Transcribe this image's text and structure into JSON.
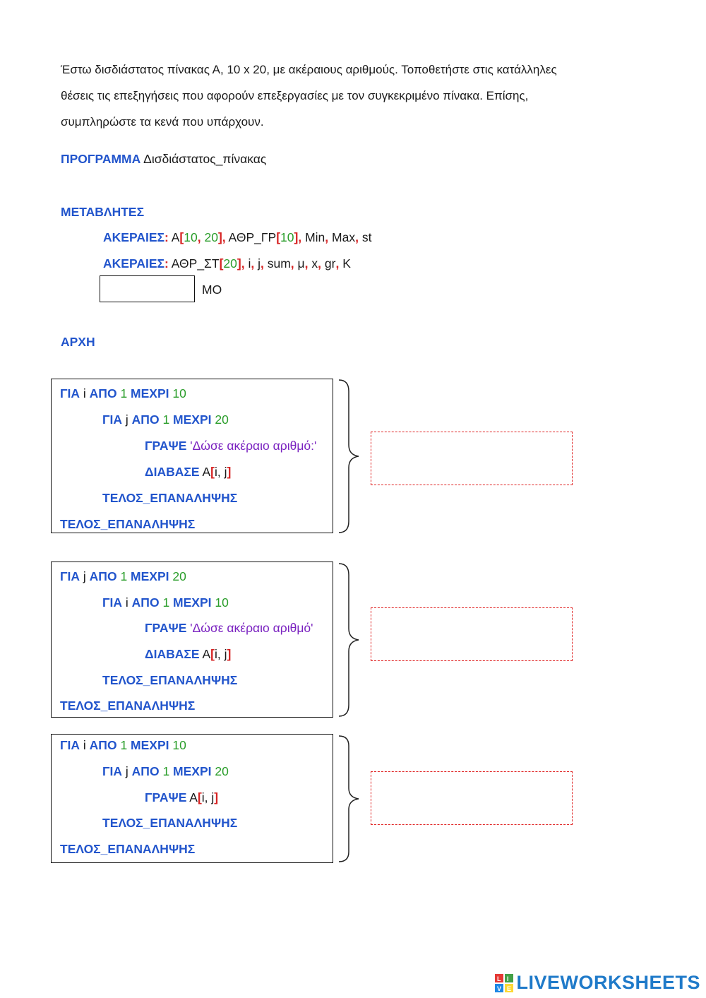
{
  "intro": {
    "line1": "Έστω δισδιάστατος πίνακας Α, 10 x 20, με ακέραιους αριθμούς. Τοποθετήστε στις κατάλληλες",
    "line2": "θέσεις τις επεξηγήσεις που αφορούν επεξεργασίες με τον συγκεκριμένο πίνακα. Επίσης,",
    "line3": "συμπληρώστε τα κενά που υπάρχουν."
  },
  "program": {
    "keyword": "ΠΡΟΓΡΑΜΜΑ",
    "name": "Δισδιάστατος_πίνακας"
  },
  "variables": {
    "keyword": "ΜΕΤΑΒΛΗΤΕΣ",
    "int_keyword": "ΑΚΕΡΑΙΕΣ",
    "row1": {
      "a": "Α",
      "d1": "10",
      "d2": "20",
      "agr": "ΑΘΡ_ΓΡ",
      "agr_d": "10",
      "min": "Min",
      "max": "Max",
      "st": "st"
    },
    "row2": {
      "ast": "ΑΘΡ_ΣΤ",
      "ast_d": "20",
      "i": "i",
      "j": "j",
      "sum": "sum",
      "mu": "μ",
      "x": "x",
      "gr": "gr",
      "k": "K"
    },
    "type_blank": {
      "value": "",
      "var": "ΜΟ"
    }
  },
  "start": {
    "keyword": "ΑΡΧΗ"
  },
  "kw": {
    "for": "ΓΙΑ",
    "from": "ΑΠΟ",
    "to": "ΜΕΧΡΙ",
    "write": "ΓΡΑΨΕ",
    "read": "ΔΙΑΒΑΣΕ",
    "end_loop": "ΤΕΛΟΣ_ΕΠΑΝΑΛΗΨΗΣ",
    "one": "1",
    "arr": "Α",
    "idx": "i, j",
    "lb": "[",
    "rb": "]"
  },
  "blocks": [
    {
      "outer_var": "i",
      "outer_to": "10",
      "inner_var": "j",
      "inner_to": "20",
      "prompt": "'Δώσε ακέραιο αριθμό:'",
      "answer": ""
    },
    {
      "outer_var": "j",
      "outer_to": "20",
      "inner_var": "i",
      "inner_to": "10",
      "prompt": "'Δώσε ακέραιο αριθμό'",
      "answer": ""
    },
    {
      "outer_var": "i",
      "outer_to": "10",
      "inner_var": "j",
      "inner_to": "20",
      "answer": ""
    }
  ],
  "footer": {
    "logo_text": "LIVEWORKSHEETS",
    "logo_icon": "liveworksheets-logo-icon",
    "accent": "#1f7ac9"
  }
}
